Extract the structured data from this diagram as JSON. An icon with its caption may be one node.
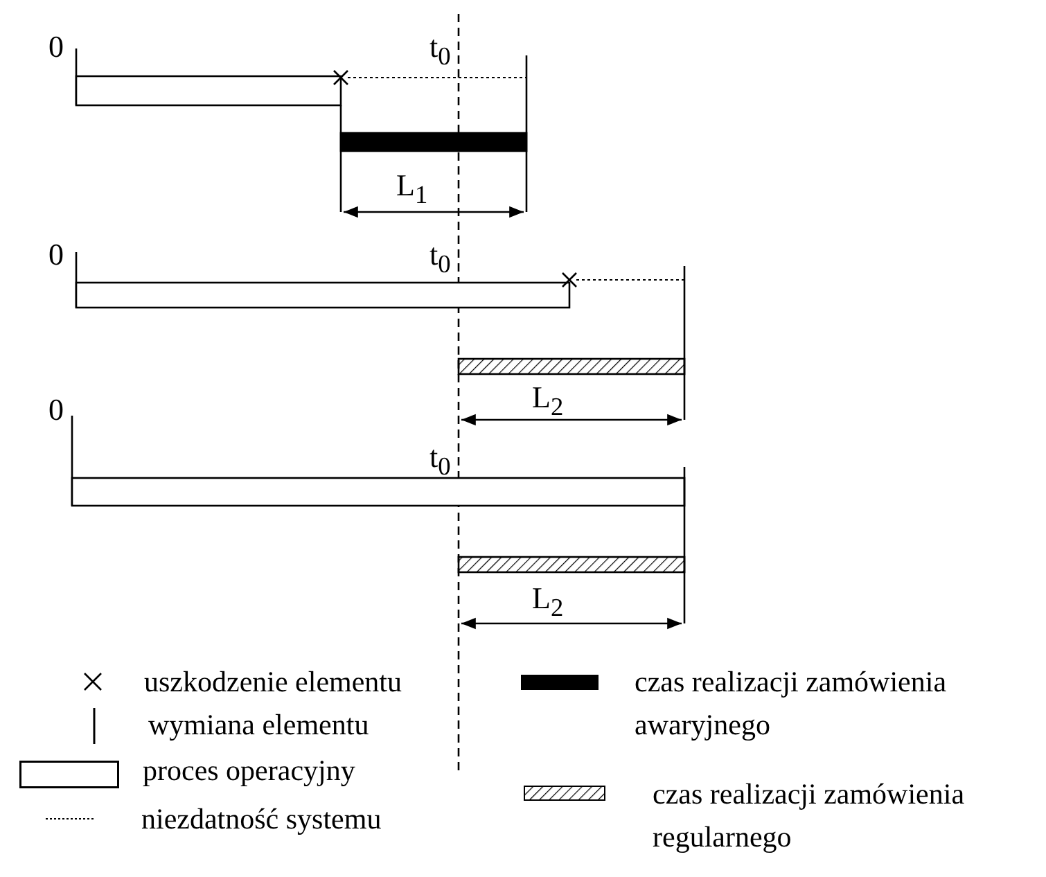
{
  "diagram": {
    "labels": [
      "0",
      "t$_{0}$",
      "L$_{1}$",
      "0",
      "t$_{0}$",
      "L$_{2}$",
      "0",
      "t$_{0}$",
      "L$_{2}$"
    ],
    "legend": [
      {
        "text": "uszkodzenie elementu"
      },
      {
        "text": "wymiana elementu"
      },
      {
        "text": "proces operacyjny"
      },
      {
        "text": "niezdatność systemu"
      },
      {
        "text": "czas realizacji zamówienia awaryjnego",
        "color": "#000000"
      },
      {
        "text": "czas realizacji zamówienia regularnego"
      }
    ]
  }
}
